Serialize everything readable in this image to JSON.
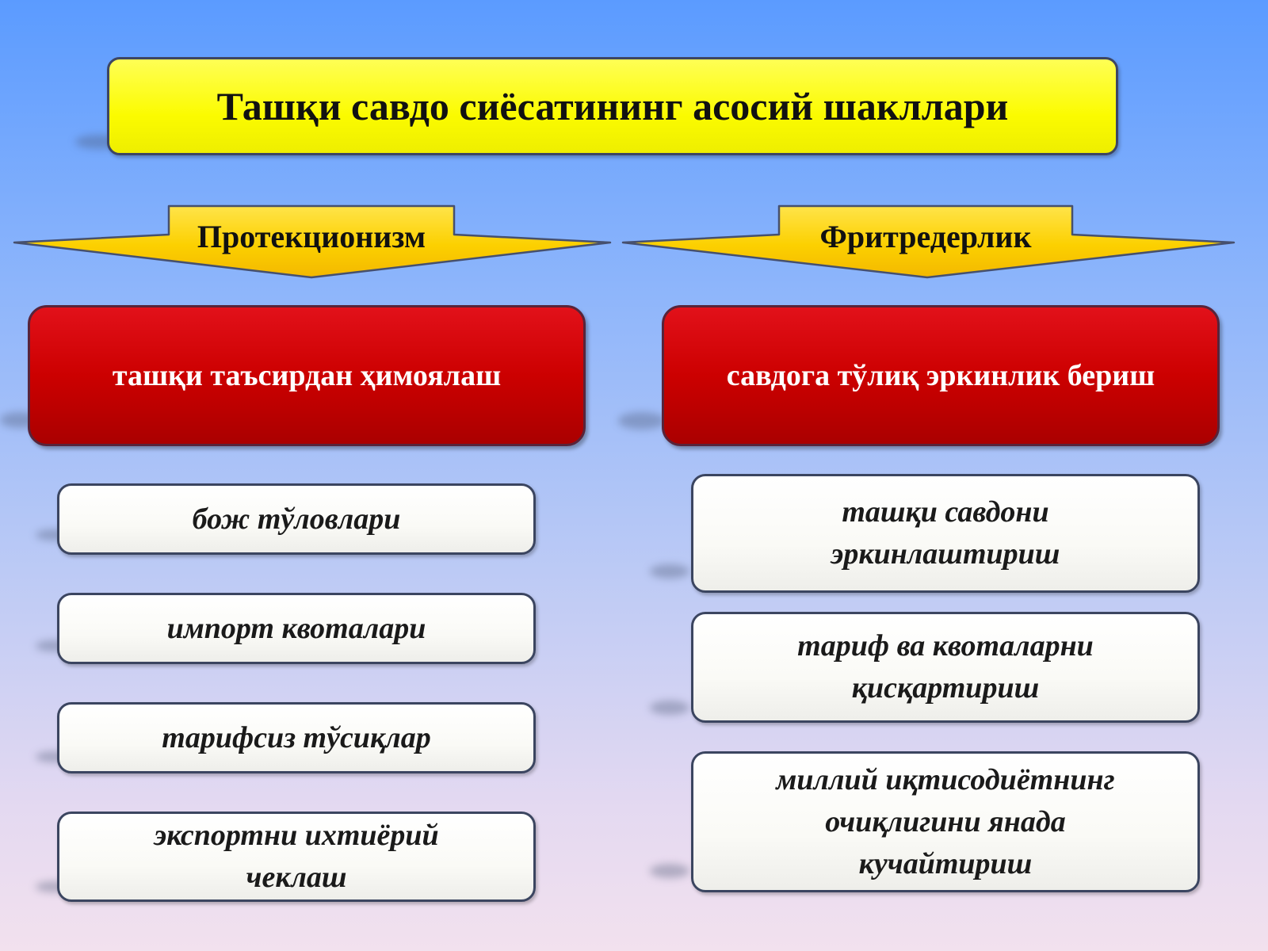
{
  "title": "Ташқи савдо сиёсатининг асосий шакллари",
  "left": {
    "arrow_label": "Протекционизм",
    "main": "ташқи таъсирдан ҳимоялаш",
    "items": [
      "бож тўловлари",
      "импорт квоталари",
      "тарифсиз тўсиқлар",
      "экспортни ихтиёрий\nчеклаш"
    ]
  },
  "right": {
    "arrow_label": "Фритредерлик",
    "main": "савдога тўлиқ эркинлик бериш",
    "items": [
      "ташқи савдони\nэркинлаштириш",
      "тариф ва квоталарни\nқисқартириш",
      "миллий иқтисодиётнинг\nочиқлигини янада\nкучайтириш"
    ]
  },
  "colors": {
    "title_fill": "#fbfb00",
    "main_fill": "#cc0000",
    "arrow_fill": "#fcd400",
    "item_fill": "#fafaf6",
    "border": "#3b4560"
  }
}
